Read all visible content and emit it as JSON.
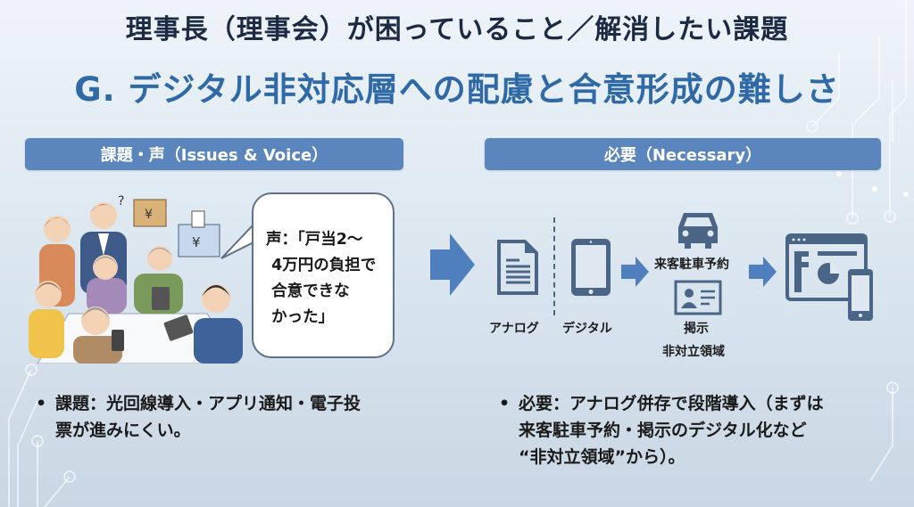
{
  "header": {
    "title": "理事長（理事会）が困っていること／解消したい課題",
    "subtitle": "G. デジタル非対応層への配慮と合意形成の難しさ"
  },
  "left_section": {
    "heading": "課題・声（Issues & Voice）",
    "illustration": "residents-meeting-with-tablets-illustration",
    "box_label": "¥",
    "question_mark": "?",
    "speech_bubble": "声：「戸当2〜\n 4万円の負担で\n 合意できな\n かった」",
    "bullet": "課題：光回線導入・アプリ通知・電子投\n票が進みにくい。"
  },
  "right_section": {
    "heading": "必要（Necessary）",
    "analog_label": "アナログ",
    "digital_label": "デジタル",
    "parking_label": "来客駐車予約",
    "notice_label": "掲示",
    "non_conflict_label": "非対立領域",
    "bullet": "必要：アナログ併存で段階導入（まずは\n来客駐車予約・掲示のデジタル化など\n“非対立領域”から）。"
  },
  "bullet_glyph": "•",
  "colors": {
    "title": "#1d2a44",
    "subtitle": "#2f6aa6",
    "section_bar": "#5a86bd",
    "icon": "#4a6586",
    "arrow": "#4f80bd"
  }
}
